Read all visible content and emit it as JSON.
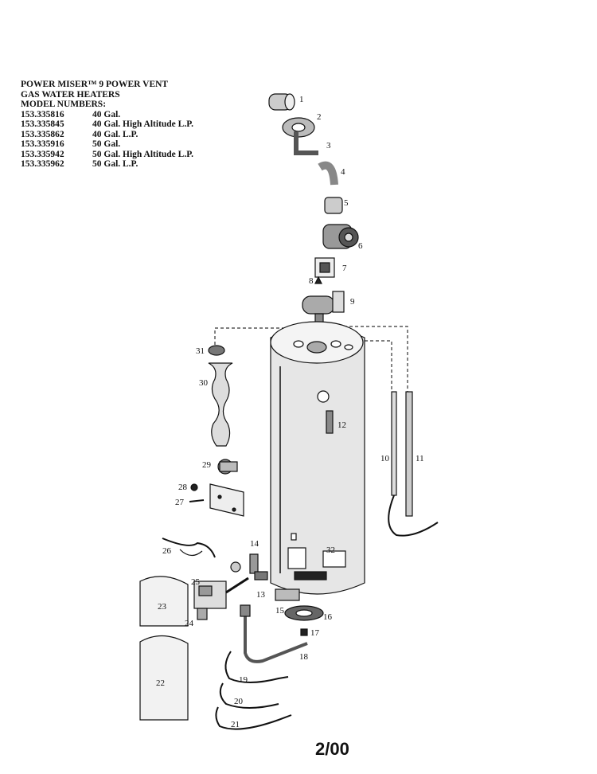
{
  "header": {
    "line1": "POWER MISER™ 9 POWER VENT",
    "line2": "GAS WATER HEATERS",
    "line3": "MODEL NUMBERS:",
    "models": [
      {
        "number": "153.335816",
        "desc": "40 Gal."
      },
      {
        "number": "153.335845",
        "desc": "40 Gal. High Altitude L.P."
      },
      {
        "number": "153.335862",
        "desc": "40 Gal. L.P."
      },
      {
        "number": "153.335916",
        "desc": "50 Gal."
      },
      {
        "number": "153.335942",
        "desc": "50 Gal. High Altitude L.P."
      },
      {
        "number": "153.335962",
        "desc": "50 Gal. L.P."
      }
    ]
  },
  "callouts": [
    "1",
    "2",
    "3",
    "4",
    "5",
    "6",
    "7",
    "8",
    "9",
    "10",
    "11",
    "12",
    "13",
    "14",
    "15",
    "16",
    "17",
    "18",
    "19",
    "20",
    "21",
    "22",
    "23",
    "24",
    "25",
    "26",
    "27",
    "28",
    "29",
    "30",
    "31",
    "32"
  ],
  "footer": {
    "date": "2/00"
  }
}
